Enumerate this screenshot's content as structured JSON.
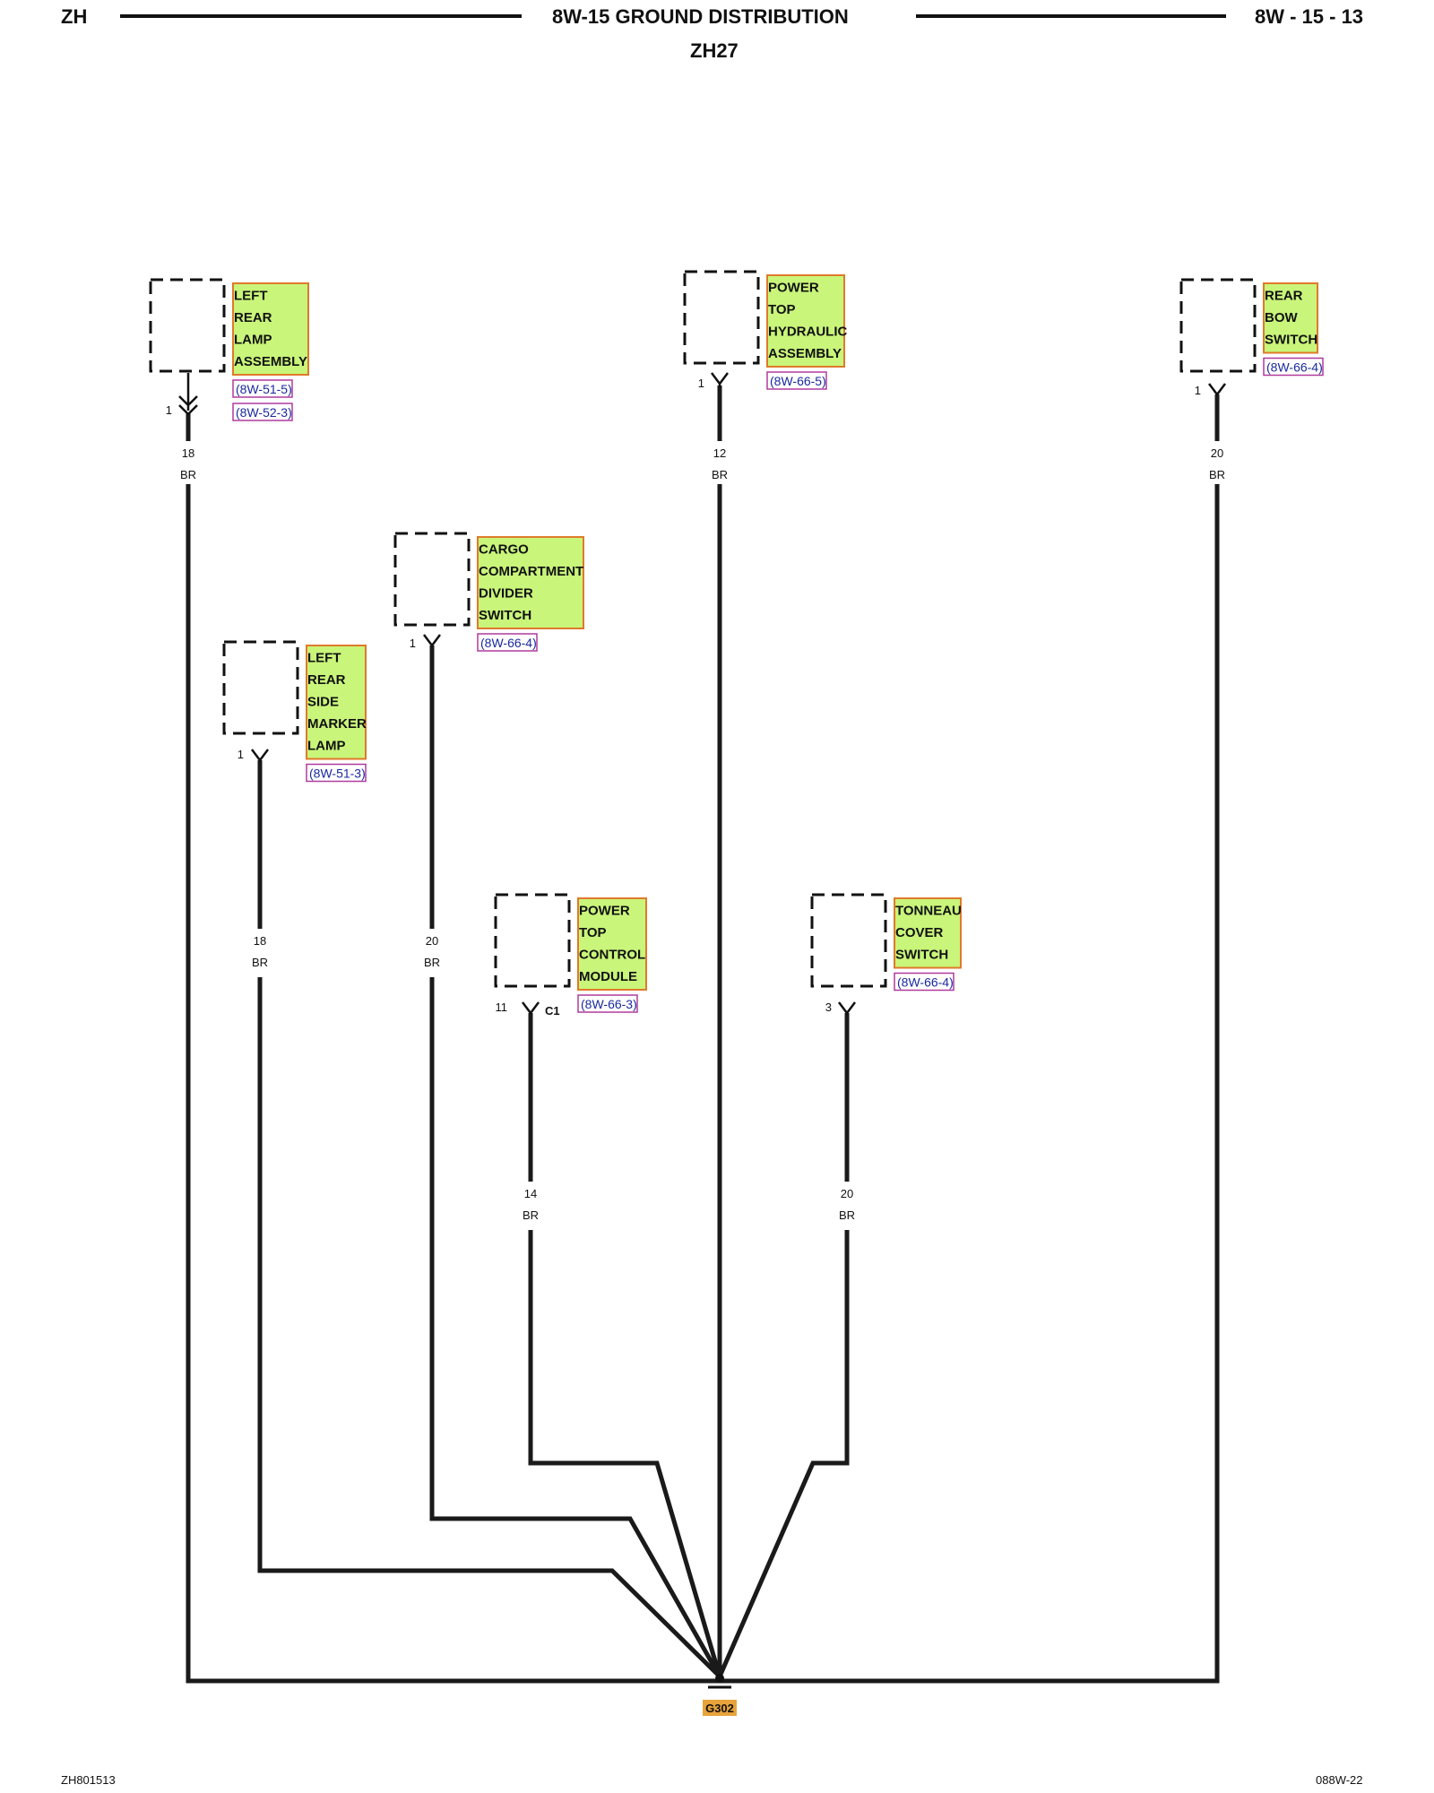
{
  "header": {
    "left": "ZH",
    "title": "8W-15 GROUND DISTRIBUTION",
    "subtitle": "ZH27",
    "right": "8W - 15 - 13"
  },
  "footer": {
    "left": "ZH801513",
    "right": "088W-22"
  },
  "ground": {
    "label": "G302"
  },
  "components": [
    {
      "id": "left-rear-lamp-assembly",
      "lines": [
        "LEFT",
        "REAR",
        "LAMP",
        "ASSEMBLY"
      ],
      "refs": [
        "(8W-51-5)",
        "(8W-52-3)"
      ],
      "pin": "1",
      "connector": "",
      "gauge": "18",
      "color": "BR"
    },
    {
      "id": "power-top-hydraulic-assembly",
      "lines": [
        "POWER",
        "TOP",
        "HYDRAULIC",
        "ASSEMBLY"
      ],
      "refs": [
        "(8W-66-5)"
      ],
      "pin": "1",
      "connector": "",
      "gauge": "12",
      "color": "BR"
    },
    {
      "id": "rear-bow-switch",
      "lines": [
        "REAR",
        "BOW",
        "SWITCH"
      ],
      "refs": [
        "(8W-66-4)"
      ],
      "pin": "1",
      "connector": "",
      "gauge": "20",
      "color": "BR"
    },
    {
      "id": "cargo-compartment-divider-switch",
      "lines": [
        "CARGO",
        "COMPARTMENT",
        "DIVIDER",
        "SWITCH"
      ],
      "refs": [
        "(8W-66-4)"
      ],
      "pin": "1",
      "connector": "",
      "gauge": "20",
      "color": "BR"
    },
    {
      "id": "left-rear-side-marker-lamp",
      "lines": [
        "LEFT",
        "REAR",
        "SIDE",
        "MARKER",
        "LAMP"
      ],
      "refs": [
        "(8W-51-3)"
      ],
      "pin": "1",
      "connector": "",
      "gauge": "18",
      "color": "BR"
    },
    {
      "id": "power-top-control-module",
      "lines": [
        "POWER",
        "TOP",
        "CONTROL",
        "MODULE"
      ],
      "refs": [
        "(8W-66-3)"
      ],
      "pin": "11",
      "connector": "C1",
      "gauge": "14",
      "color": "BR"
    },
    {
      "id": "tonneau-cover-switch",
      "lines": [
        "TONNEAU",
        "COVER",
        "SWITCH"
      ],
      "refs": [
        "(8W-66-4)"
      ],
      "pin": "3",
      "connector": "",
      "gauge": "20",
      "color": "BR"
    }
  ]
}
